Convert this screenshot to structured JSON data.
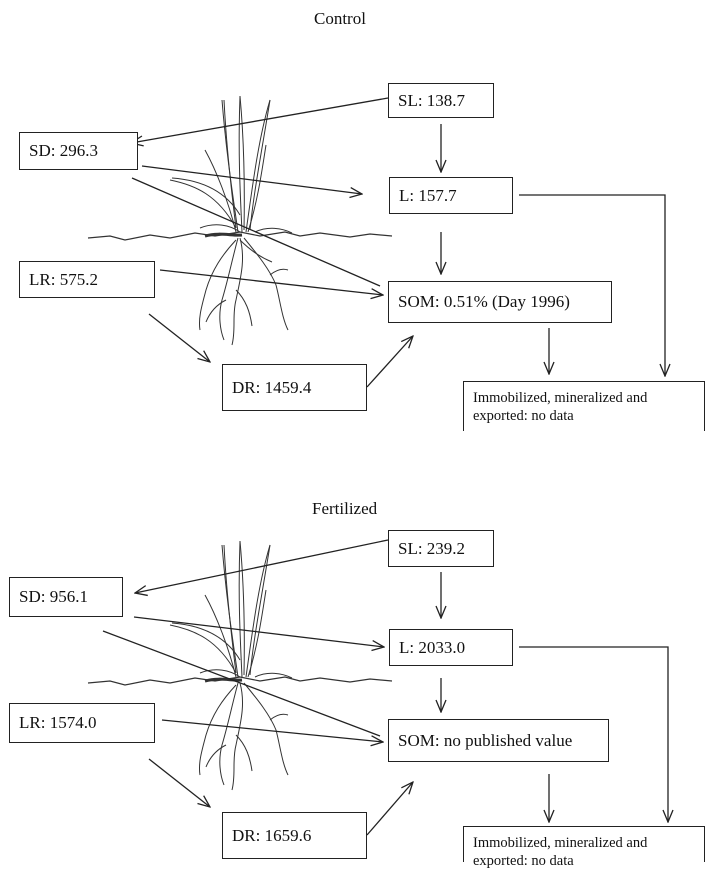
{
  "panels": [
    {
      "title": "Control",
      "boxes": {
        "sl": "SL:  138.7",
        "sd": "SD: 296.3",
        "l": "L:  157.7",
        "lr": "LR: 575.2",
        "som": "SOM: 0.51% (Day 1996)",
        "dr": "DR:  1459.4"
      },
      "outputs": [
        "Immobilized, mineralized and",
        "exported: no data"
      ]
    },
    {
      "title": "Fertilized",
      "boxes": {
        "sl": "SL:  239.2",
        "sd": "SD: 956.1",
        "l": "L:  2033.0",
        "lr": "LR: 1574.0",
        "som": "SOM:  no published value",
        "dr": "DR:  1659.6"
      },
      "outputs": [
        "Immobilized, mineralized and",
        "exported: no data"
      ]
    }
  ]
}
